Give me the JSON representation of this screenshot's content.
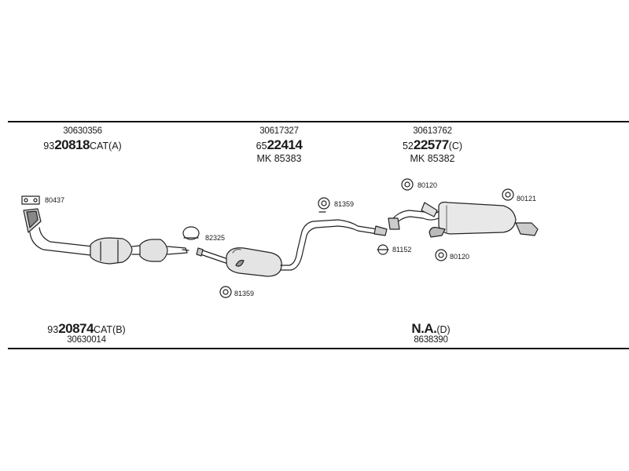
{
  "groups": {
    "cat_a": {
      "number": "30630356",
      "code_prefix": "93",
      "code_main": "20818",
      "code_suffix": "CAT(A)"
    },
    "mid": {
      "number": "30617327",
      "code_prefix": "65",
      "code_main": "22414",
      "kit": "MK 85383"
    },
    "rear": {
      "number": "30613762",
      "code_prefix": "52",
      "code_main": "22577",
      "code_suffix": "(C)",
      "kit": "MK 85382"
    },
    "cat_b": {
      "code_prefix": "93",
      "code_main": "20874",
      "code_suffix": "CAT(B)",
      "number": "30630014"
    },
    "d": {
      "code_main": "N.A.",
      "code_suffix": "(D)",
      "number": "8638390"
    }
  },
  "parts": {
    "gasket_front": "80437",
    "clamp": "82325",
    "hanger_mid_top": "81359",
    "hanger_mid_bottom": "81359",
    "ring": "81152",
    "hanger_rear_top": "80120",
    "hanger_rear_bottom": "80120",
    "hanger_rear_right": "80121"
  }
}
